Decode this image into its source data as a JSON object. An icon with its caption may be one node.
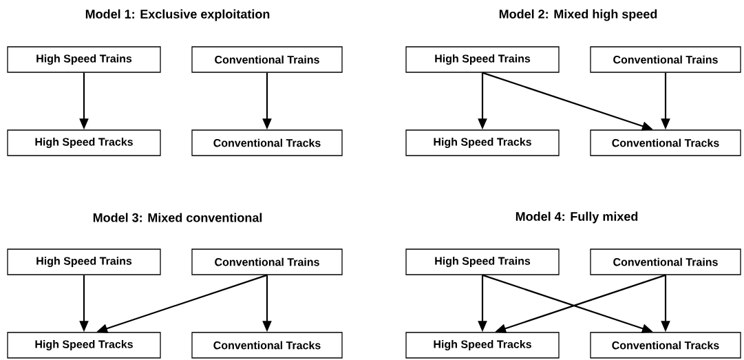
{
  "diagram": {
    "nodes": [
      {
        "text": [
          "High Speed Trains"
        ]
      },
      {
        "text": [
          "Conventional Trains"
        ]
      },
      {
        "text": [
          "High Speed Tracks"
        ]
      },
      {
        "text": [
          "Conventional Tracks"
        ]
      },
      {
        "text": [
          "High Speed Trains"
        ]
      },
      {
        "text": [
          "Conventional Trains"
        ]
      },
      {
        "text": [
          "High Speed Tracks"
        ]
      },
      {
        "text": [
          "Conventional Tracks"
        ]
      },
      {
        "text": [
          "High Speed Trains"
        ]
      },
      {
        "text": [
          "Conventional Trains"
        ]
      },
      {
        "text": [
          "High Speed Tracks"
        ]
      },
      {
        "text": [
          "Conventional Tracks"
        ]
      },
      {
        "text": [
          "High Speed Trains"
        ]
      },
      {
        "text": [
          "Conventional Trains"
        ]
      },
      {
        "text": [
          "High Speed Tracks"
        ]
      },
      {
        "text": [
          "Conventional Tracks"
        ]
      }
    ],
    "edges": [
      {
        "from": 0,
        "to": 2,
        "arrow": "to"
      },
      {
        "from": 1,
        "to": 3,
        "arrow": "to"
      },
      {
        "from": 4,
        "to": 6,
        "arrow": "to"
      },
      {
        "from": 4,
        "to": 7,
        "arrow": "to"
      },
      {
        "from": 5,
        "to": 7,
        "arrow": "to"
      },
      {
        "from": 8,
        "to": 10,
        "arrow": "to"
      },
      {
        "from": 9,
        "to": 10,
        "arrow": "to"
      },
      {
        "from": 9,
        "to": 11,
        "arrow": "to"
      },
      {
        "from": 12,
        "to": 14,
        "arrow": "to"
      },
      {
        "from": 12,
        "to": 15,
        "arrow": "to"
      },
      {
        "from": 13,
        "to": 14,
        "arrow": "to"
      },
      {
        "from": 13,
        "to": 15,
        "arrow": "to"
      }
    ],
    "labels": [
      "Model 1: Exclusive exploitation",
      "Model 2: Mixed high speed",
      "Model 3: Mixed conventional",
      "Model 4: Fully mixed"
    ]
  }
}
